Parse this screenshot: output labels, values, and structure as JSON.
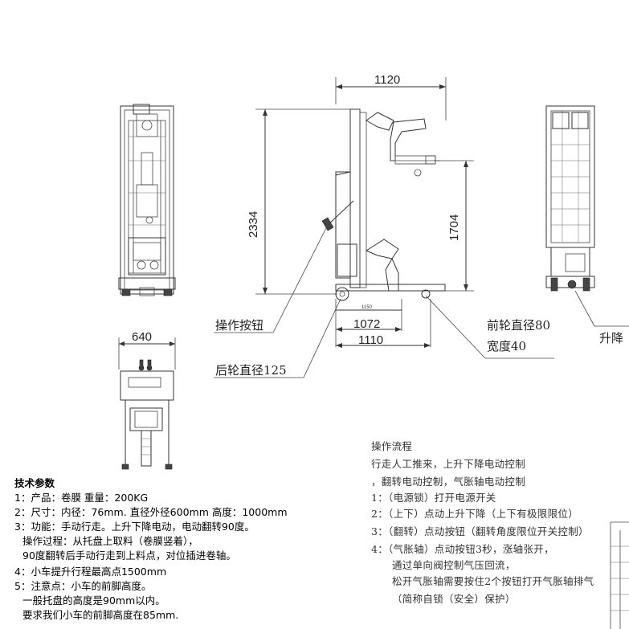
{
  "dimensions": {
    "width_top": "1120",
    "height_total": "2334",
    "lift_height": "1704",
    "base_small": "1150",
    "base_1": "1072",
    "base_2": "1110",
    "width_side": "640"
  },
  "callouts": {
    "operate_button": "操作按钮",
    "rear_wheel": "后轮直径125",
    "front_wheel_line1": "前轮直径80",
    "front_wheel_line2": "宽度40",
    "lift_cut": "升降"
  },
  "process": {
    "title": "操作流程",
    "lines": [
      "行走人工推来，上升下降电动控制",
      "，翻转电动控制，气胀轴电动控制",
      "1：（电源锁）打开电源开关",
      "2：（上下）点动上升下降（上下有极限限位）",
      "3：（翻转）点动按钮（翻转角度限位开关控制）",
      "4：（气胀轴）点动按钮3秒，涨轴张开，",
      "通过单向阀控制气压回流，",
      "松开气胀轴需要按住2个按钮打开气胀轴排气",
      "（简称自锁（安全）保护）"
    ]
  },
  "specs": {
    "title": "技术参数",
    "lines": [
      "1：产品：卷膜    重量：200KG",
      "2：尺寸：内径：76mm. 直径外径600mm 高度：1000mm",
      "3：功能：手动行走。上升下降电动，电动翻转90度。",
      "  操作过程：从托盘上取料（卷膜竖着），",
      "  90度翻转后手动行走到上料点，对位插进卷轴。",
      "4：小车提升行程最高点1500mm",
      "5：注意点：小车的前脚高度。",
      "   一般托盘的高度是90mm以内。",
      " 要求我们小车的前脚高度在85mm."
    ]
  }
}
